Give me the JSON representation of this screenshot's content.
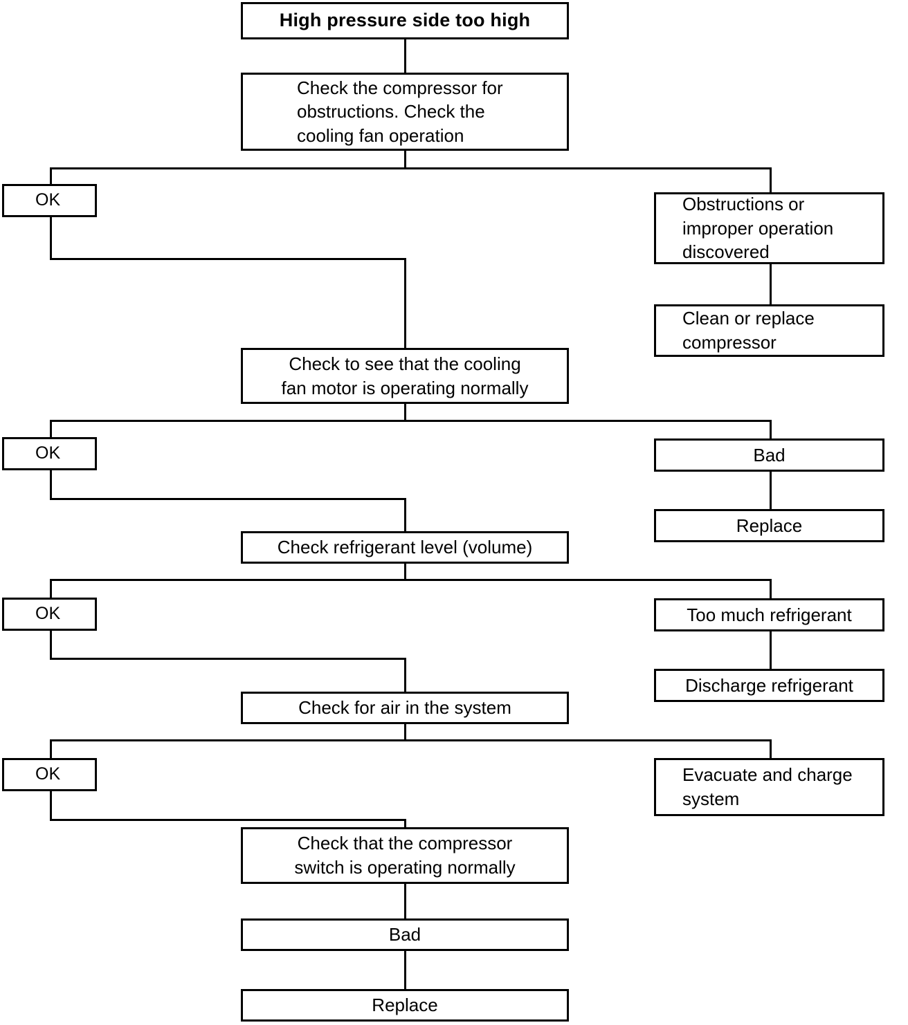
{
  "diagram": {
    "title": "High pressure side too high",
    "type": "troubleshooting-flowchart",
    "nodes": {
      "n1_title": "High pressure side too high",
      "n2_check_compressor": "Check the compressor for\nobstructions.   Check the\ncooling fan operation",
      "n3_ok_1": "OK",
      "n4_obstructions": "Obstructions or\nimproper operation\ndiscovered",
      "n5_clean_replace": "Clean or replace\ncompressor",
      "n6_check_fan_motor": "Check to see that the cooling\nfan motor is operating normally",
      "n7_ok_2": "OK",
      "n8_bad_1": "Bad",
      "n9_replace_1": "Replace",
      "n10_check_refrigerant": "Check refrigerant level (volume)",
      "n11_ok_3": "OK",
      "n12_too_much": "Too much refrigerant",
      "n13_discharge": "Discharge refrigerant",
      "n14_check_air": "Check for air in the system",
      "n15_ok_4": "OK",
      "n16_evacuate": "Evacuate and charge\nsystem",
      "n17_check_switch": "Check that the compressor\nswitch is operating normally",
      "n18_bad_2": "Bad",
      "n19_replace_2": "Replace"
    },
    "colors": {
      "stroke": "#000000",
      "fill": "#ffffff",
      "text": "#000000"
    }
  }
}
